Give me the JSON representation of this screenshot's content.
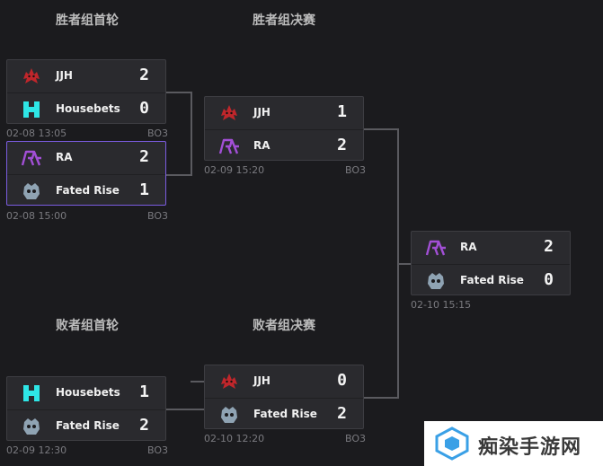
{
  "stages": {
    "winners_round1": "胜者组首轮",
    "winners_final": "胜者组决赛",
    "losers_round1": "败者组首轮",
    "losers_final": "败者组决赛"
  },
  "matches": [
    {
      "teams": [
        {
          "name": "JJH",
          "score": "2",
          "logo": "jjh-logo"
        },
        {
          "name": "Housebets",
          "score": "0",
          "logo": "housebets-logo"
        }
      ],
      "date": "02-08 13:05",
      "format": "BO3"
    },
    {
      "teams": [
        {
          "name": "RA",
          "score": "2",
          "logo": "ra-logo"
        },
        {
          "name": "Fated Rise",
          "score": "1",
          "logo": "fated-rise-logo"
        }
      ],
      "date": "02-08 15:00",
      "format": "BO3",
      "highlighted": true
    },
    {
      "teams": [
        {
          "name": "JJH",
          "score": "1",
          "logo": "jjh-logo"
        },
        {
          "name": "RA",
          "score": "2",
          "logo": "ra-logo"
        }
      ],
      "date": "02-09 15:20",
      "format": "BO3"
    },
    {
      "teams": [
        {
          "name": "RA",
          "score": "2",
          "logo": "ra-logo"
        },
        {
          "name": "Fated Rise",
          "score": "0",
          "logo": "fated-rise-logo"
        }
      ],
      "date": "02-10 15:15",
      "format": ""
    },
    {
      "teams": [
        {
          "name": "Housebets",
          "score": "1",
          "logo": "housebets-logo"
        },
        {
          "name": "Fated Rise",
          "score": "2",
          "logo": "fated-rise-logo"
        }
      ],
      "date": "02-09 12:30",
      "format": "BO3"
    },
    {
      "teams": [
        {
          "name": "JJH",
          "score": "0",
          "logo": "jjh-logo"
        },
        {
          "name": "Fated Rise",
          "score": "2",
          "logo": "fated-rise-logo"
        }
      ],
      "date": "02-10 12:20",
      "format": "BO3"
    }
  ],
  "watermark": {
    "text": "痴染手游网",
    "icon": "cube-logo"
  },
  "colors": {
    "background": "#1b1b1e",
    "card": "#2a2a2e",
    "highlight": "#7b5ce0",
    "ra_purple": "#a24fd6",
    "housebets_cyan": "#2ee6e6",
    "jjh_red": "#c0262b"
  }
}
